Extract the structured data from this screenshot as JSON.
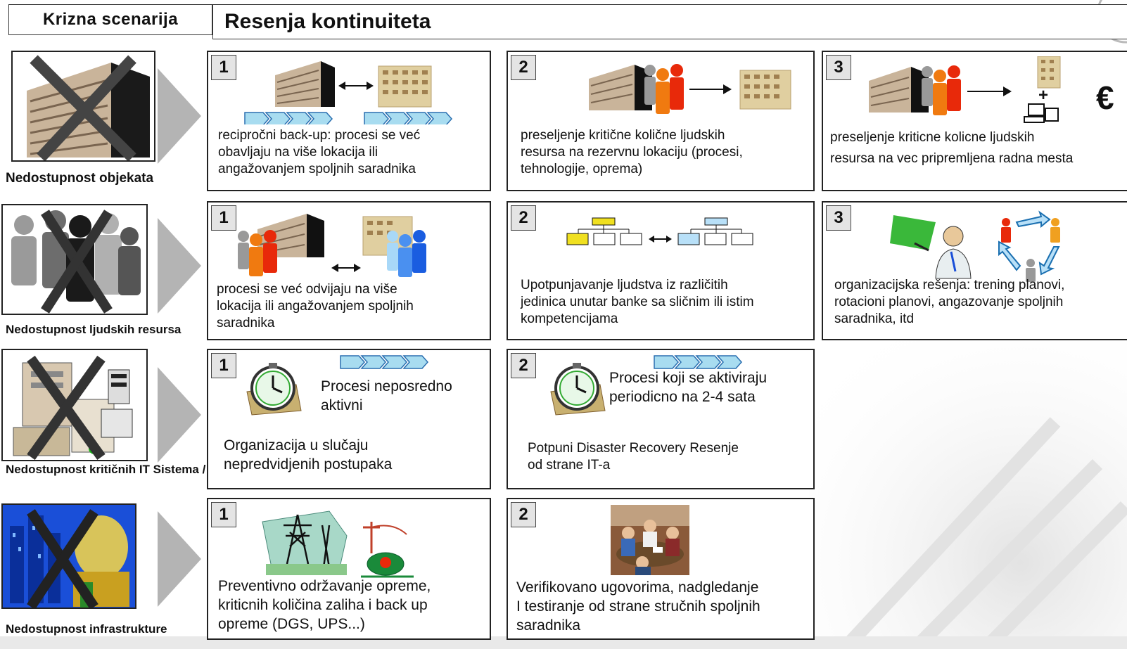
{
  "header": {
    "left_title": "Krizna scenarija",
    "right_title": "Resenja kontinuiteta"
  },
  "scenarios": [
    {
      "label": "Nedostupnost objekata",
      "icon": "crossed-building-icon"
    },
    {
      "label": "Nedostupnost\nljudskih  resursa",
      "icon": "crossed-people-icon"
    },
    {
      "label": "Nedostupnost  kritičnih IT\nSistema  / Aplikacija",
      "icon": "crossed-servers-icon"
    },
    {
      "label": "Nedostupnost infrastrukture",
      "icon": "crossed-infrastructure-icon"
    }
  ],
  "solutions": {
    "row1": [
      {
        "num": "1",
        "text": "recipročni back-up: procesi se već\nobavljaju na više lokacija ili\nangažovanjem spoljnih saradnika",
        "icon": "two-buildings-exchange-icon"
      },
      {
        "num": "2",
        "text": "preseljenje kritične količne ljudskih\nresursa na rezervnu lokaciju (procesi,\ntehnologije, oprema)",
        "icon": "people-relocation-icon"
      },
      {
        "num": "3",
        "text": "preseljenje kriticne kolicne ljudskih\nresursa na  vec pripremljena radna mesta",
        "icon": "prepared-workplace-icon",
        "currency": "€"
      }
    ],
    "row2": [
      {
        "num": "1",
        "text": "procesi se već odvijaju na više\nlokacija ili angažovanjem spoljnih\nsaradnika",
        "icon": "multi-location-people-icon"
      },
      {
        "num": "2",
        "text": "Upotpunjavanje ljudstva iz različitih\njedinica unutar banke sa sličnim ili istim\nkompetencijama",
        "icon": "org-chart-exchange-icon"
      },
      {
        "num": "3",
        "text": "organizacijska rešenja: trening planovi,\nrotacioni planovi, angazovanje spoljnih\nsaradnika, itd",
        "icon": "training-rotation-icon"
      }
    ],
    "row3": [
      {
        "num": "1",
        "title": "Procesi neposredno\naktivni",
        "text": "Organizacija u slučaju\nnepredvidjenih postupaka",
        "icon": "stopwatch-icon"
      },
      {
        "num": "2",
        "title": "Procesi koji se aktiviraju\nperiodicno na 2-4 sata",
        "text": "Potpuni Disaster Recovery Resenje\nod strane IT-a",
        "icon": "stopwatch-icon"
      }
    ],
    "row4": [
      {
        "num": "1",
        "text": "Preventivno održavanje opreme,\nkriticnih količina zaliha i back up\nopreme (DGS, UPS...)",
        "icon": "power-tower-phone-icon"
      },
      {
        "num": "2",
        "text": "Verifikovano ugovorima, nadgledanje\nI testiranje od strane stručnih spoljnih\nsaradnika",
        "icon": "meeting-photo-icon"
      }
    ]
  },
  "colors": {
    "person_orange": "#f07a10",
    "person_red": "#e8290a",
    "person_blue": "#1a5de0",
    "chevron_fill": "#a8dcf0",
    "arrow_gray": "#b4b4b4",
    "number_bg": "#e4e4e4"
  }
}
